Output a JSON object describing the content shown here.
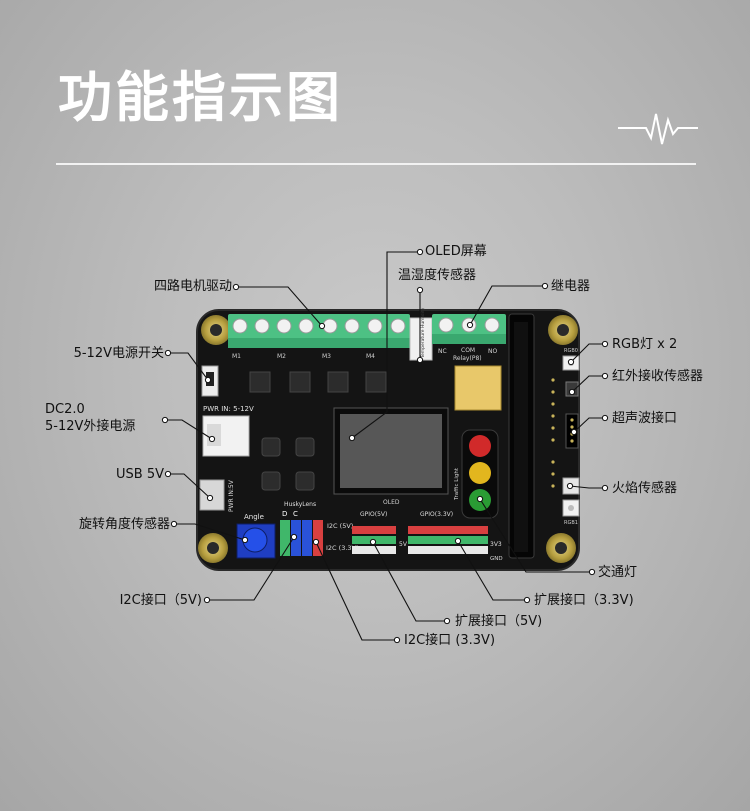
{
  "page": {
    "title": "功能指示图"
  },
  "board_silk": {
    "relay_labels": [
      "NC",
      "COM",
      "Relay(P8)",
      "NO"
    ],
    "pwr_in": "PWR IN: 5-12V",
    "pwr_in_5v": "PWR IN:5V",
    "angle": "Angle",
    "huskylens": "HuskyLens",
    "huskylens_pins": [
      "D",
      "C"
    ],
    "i2c_5v": "I2C (5V)",
    "i2c_33v": "I2C (3.3V)",
    "gpio_5v": "GPIO(5V)",
    "gpio_33v": "GPIO(3.3V)",
    "oled": "OLED",
    "traffic_light": "Traffic Light",
    "temperature": "Temperature Humidity",
    "motors": [
      "M1",
      "M2",
      "M3",
      "M4"
    ],
    "rgb0": "RGB0",
    "rgb1": "RGB1",
    "rail_5v": "5V",
    "rail_33v": "3V3",
    "gnd": "GND"
  },
  "labels": {
    "oled": "OLED屏幕",
    "temp_humidity": "温湿度传感器",
    "motor_driver": "四路电机驱动",
    "relay": "继电器",
    "power_switch": "5-12V电源开关",
    "rgb": "RGB灯 x 2",
    "ir_receiver": "红外接收传感器",
    "dc_line1": "DC2.0",
    "dc_line2": "5-12V外接电源",
    "ultrasonic": "超声波接口",
    "usb": "USB 5V",
    "flame": "火焰传感器",
    "angle_sensor": "旋转角度传感器",
    "traffic_light": "交通灯",
    "i2c_5v": "I2C接口（5V)",
    "ext_33v": "扩展接口（3.3V)",
    "ext_5v": "扩展接口（5V)",
    "i2c_33v": "I2C接口 (3.3V)"
  },
  "colors": {
    "board": "#151515",
    "terminal_green": "#53c98a",
    "knob_blue": "#1f3ec2",
    "mount_gold": "#c9b45a"
  }
}
